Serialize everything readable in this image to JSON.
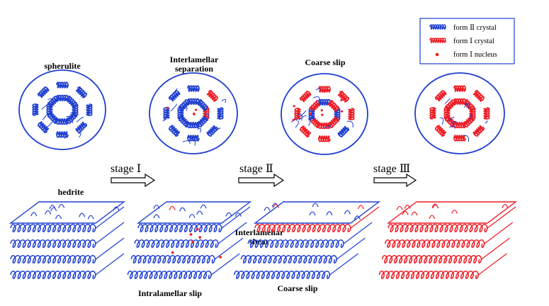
{
  "colors": {
    "form2": "#1f3fd0",
    "form1": "#ee1b24",
    "outline": "#1f3fd0"
  },
  "legend": {
    "items": [
      {
        "label": "form Ⅱ crystal",
        "color": "#1f3fd0",
        "symbol": "coil"
      },
      {
        "label": "form Ⅰ crystal",
        "color": "#ee1b24",
        "symbol": "coil"
      },
      {
        "label": "form Ⅰ nucleus",
        "color": "#ee1b24",
        "symbol": "dot"
      }
    ]
  },
  "panels": [
    {
      "title": [
        "spherulite"
      ],
      "sub": [
        "hedrite"
      ],
      "mix": 0
    },
    {
      "title": [
        "Interlamellar",
        "separation"
      ],
      "sub": [
        "Intralamellar slip"
      ],
      "mix": 0.15
    },
    {
      "title": [
        "Coarse slip"
      ],
      "sub": [
        "Interlamellar",
        "shear"
      ],
      "sub2": [
        "Coarse slip"
      ],
      "mix": 0.45
    },
    {
      "title": [],
      "sub": [],
      "mix": 1
    }
  ],
  "stages": [
    {
      "label": "stage Ⅰ"
    },
    {
      "label": "stage Ⅱ"
    },
    {
      "label": "stage Ⅲ"
    }
  ]
}
